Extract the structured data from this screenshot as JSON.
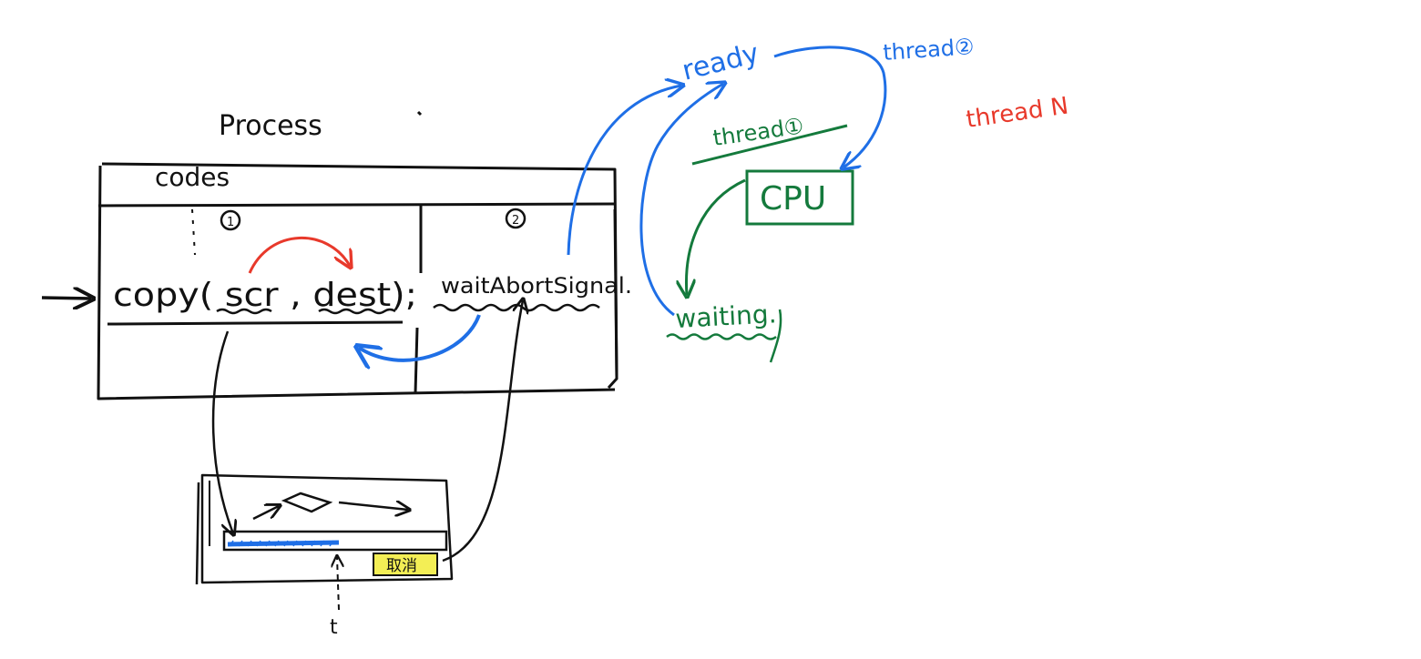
{
  "labels": {
    "process": "Process",
    "codes": "codes",
    "step1": "①",
    "step2": "②",
    "copy_call": "copy( scr , dest);",
    "wait_call": "waitAbortSignal.",
    "ready": "ready",
    "thread1": "thread①",
    "thread2": "thread②",
    "threadN": "thread N",
    "cpu": "CPU",
    "waiting": "waiting.",
    "cancel_button": "取消",
    "time_marker": "t"
  },
  "colors": {
    "ink": "#111111",
    "blue": "#1f6fe6",
    "green": "#147a3c",
    "red": "#e8392b",
    "button_fill": "#f3ee55"
  }
}
